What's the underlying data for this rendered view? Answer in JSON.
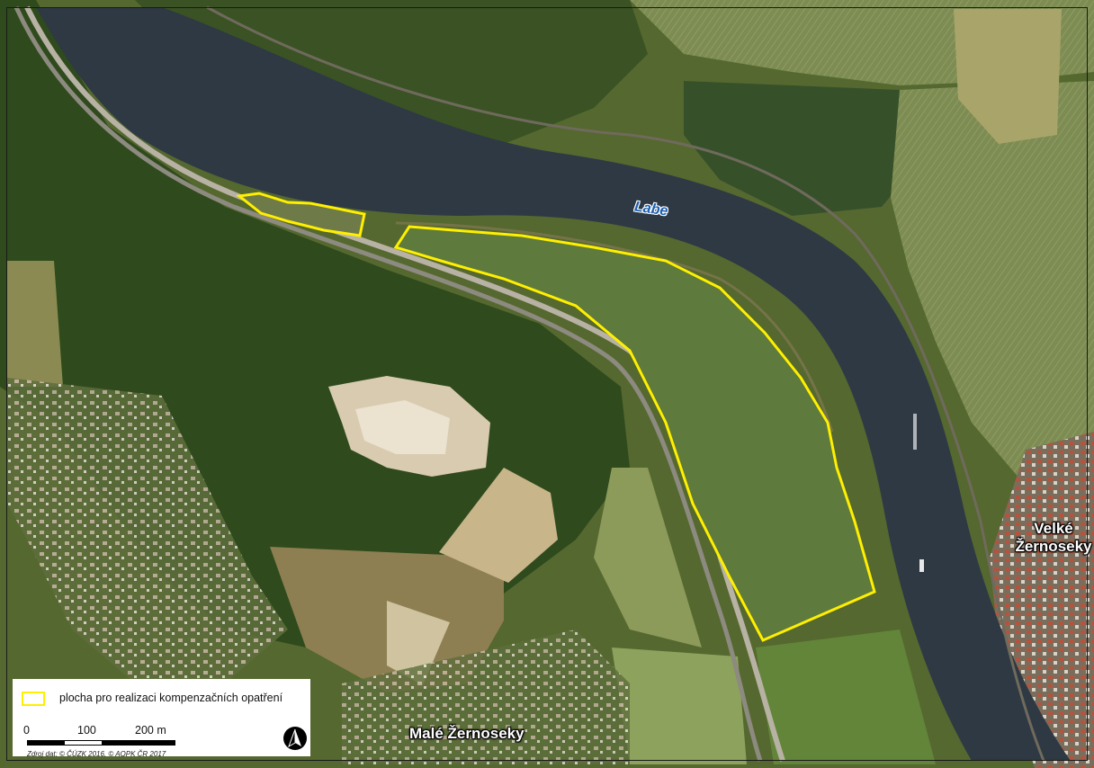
{
  "map": {
    "river_label": "Labe",
    "towns": {
      "velke_line1": "Velké",
      "velke_line2": "Žernoseky",
      "male": "Malé Žernoseky"
    },
    "area_outline_color": "#ffef00",
    "river_color": "#2e3944"
  },
  "legend": {
    "area_label": "plocha pro realizaci kompenzačních opatření",
    "scale": {
      "tick_0": "0",
      "tick_100": "100",
      "tick_200": "200 m"
    },
    "credit": "Zdroj dat: © ČÚZK 2016, © AOPK ČR 2017",
    "north_icon": "north-arrow-icon"
  }
}
